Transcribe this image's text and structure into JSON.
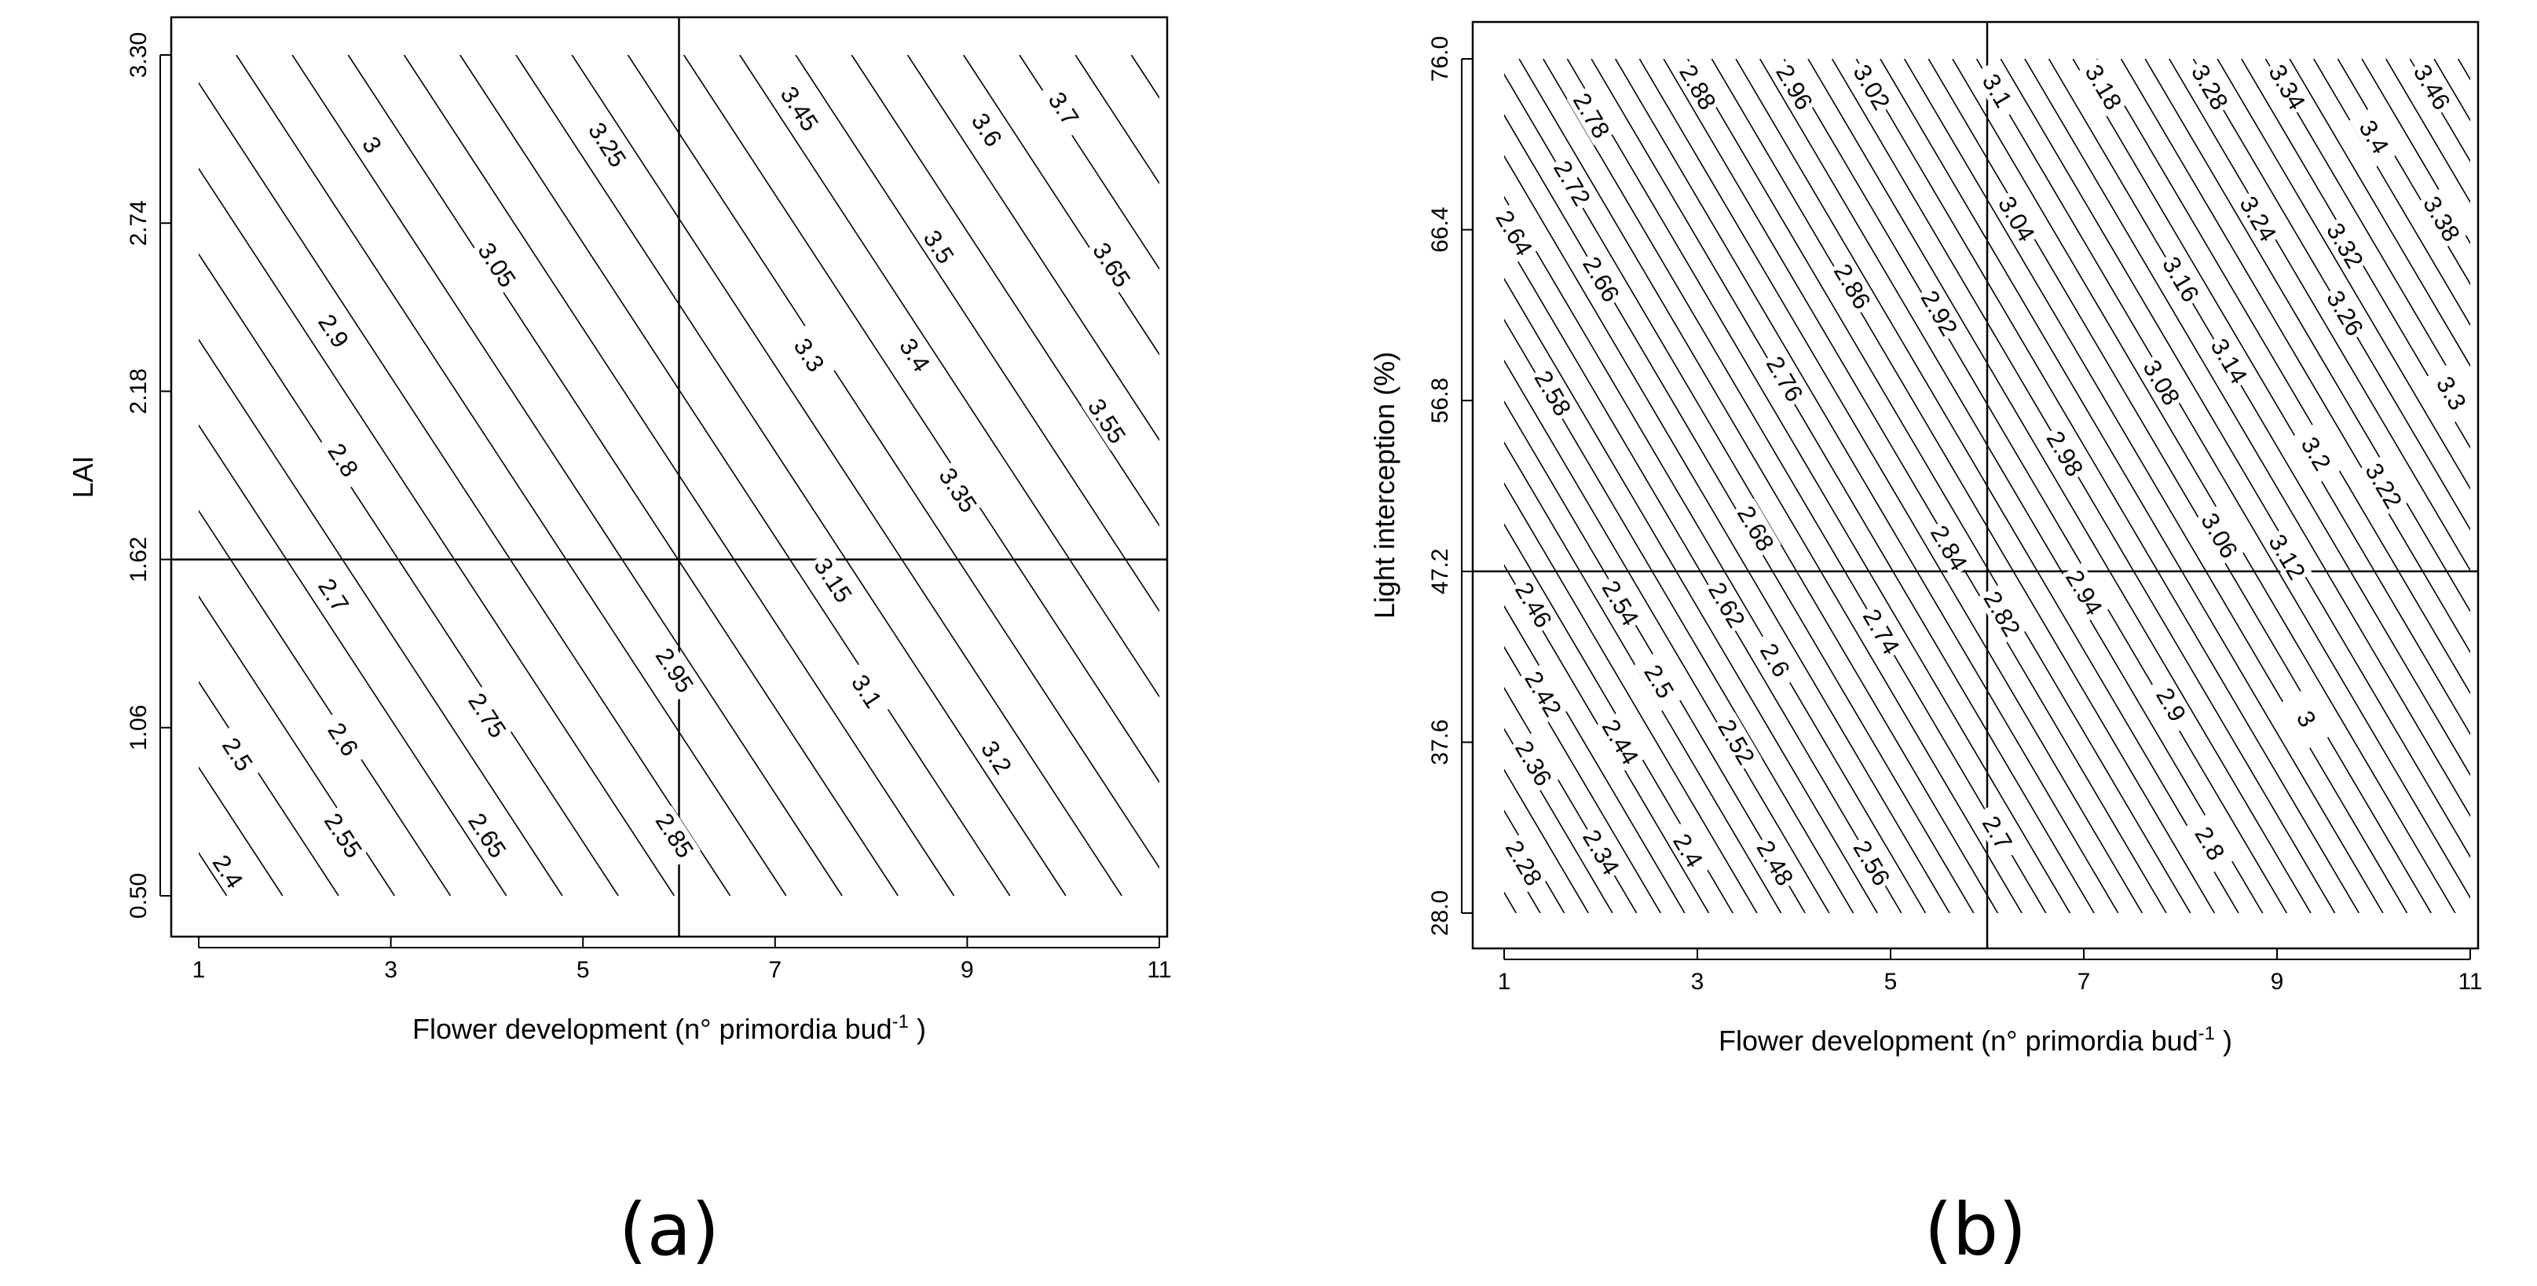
{
  "chart_data": [
    {
      "type": "contour",
      "caption": "(a)",
      "xlabel": "Flower development (n° primordia bud",
      "xlabel_sup": "-1",
      "xlabel_end": " )",
      "ylabel": "LAI",
      "x_ticks": [
        "1",
        "3",
        "5",
        "7",
        "9",
        "11"
      ],
      "y_ticks": [
        "0.50",
        "1.06",
        "1.62",
        "2.18",
        "2.74",
        "3.30"
      ],
      "xlim": [
        1,
        11
      ],
      "ylim": [
        0.5,
        3.3
      ],
      "ref_x": 6,
      "ref_y": 1.62,
      "levels": [
        2.4,
        2.45,
        2.5,
        2.55,
        2.6,
        2.65,
        2.7,
        2.75,
        2.8,
        2.85,
        2.9,
        2.95,
        3.0,
        3.05,
        3.1,
        3.15,
        3.2,
        3.25,
        3.3,
        3.35,
        3.4,
        3.45,
        3.5,
        3.55,
        3.6,
        3.65,
        3.7
      ],
      "contour_labels": [
        {
          "text": "2.4",
          "x": 1.3,
          "y": 0.58
        },
        {
          "text": "2.5",
          "x": 1.4,
          "y": 0.97
        },
        {
          "text": "2.55",
          "x": 2.5,
          "y": 0.7
        },
        {
          "text": "2.6",
          "x": 2.5,
          "y": 1.02
        },
        {
          "text": "2.65",
          "x": 4.0,
          "y": 0.7
        },
        {
          "text": "2.7",
          "x": 2.4,
          "y": 1.5
        },
        {
          "text": "2.75",
          "x": 4.0,
          "y": 1.1
        },
        {
          "text": "2.8",
          "x": 2.5,
          "y": 1.95
        },
        {
          "text": "2.85",
          "x": 5.95,
          "y": 0.7
        },
        {
          "text": "2.9",
          "x": 2.4,
          "y": 2.38
        },
        {
          "text": "2.95",
          "x": 5.95,
          "y": 1.25
        },
        {
          "text": "3",
          "x": 2.8,
          "y": 3.0
        },
        {
          "text": "3.05",
          "x": 4.1,
          "y": 2.6
        },
        {
          "text": "3.1",
          "x": 7.95,
          "y": 1.18
        },
        {
          "text": "3.15",
          "x": 7.6,
          "y": 1.55
        },
        {
          "text": "3.2",
          "x": 9.3,
          "y": 0.96
        },
        {
          "text": "3.25",
          "x": 5.25,
          "y": 3.0
        },
        {
          "text": "3.3",
          "x": 7.35,
          "y": 2.3
        },
        {
          "text": "3.35",
          "x": 8.9,
          "y": 1.85
        },
        {
          "text": "3.4",
          "x": 8.45,
          "y": 2.3
        },
        {
          "text": "3.45",
          "x": 7.25,
          "y": 3.12
        },
        {
          "text": "3.5",
          "x": 8.7,
          "y": 2.66
        },
        {
          "text": "3.55",
          "x": 10.45,
          "y": 2.08
        },
        {
          "text": "3.6",
          "x": 9.2,
          "y": 3.05
        },
        {
          "text": "3.65",
          "x": 10.5,
          "y": 2.6
        },
        {
          "text": "3.7",
          "x": 10.0,
          "y": 3.12
        }
      ]
    },
    {
      "type": "contour",
      "caption": "(b)",
      "xlabel": "Flower development (n° primordia bud",
      "xlabel_sup": "-1",
      "xlabel_end": " )",
      "ylabel": "Light interception (%)",
      "x_ticks": [
        "1",
        "3",
        "5",
        "7",
        "9",
        "11"
      ],
      "y_ticks": [
        "28.0",
        "37.6",
        "47.2",
        "56.8",
        "66.4",
        "76.0"
      ],
      "xlim": [
        1,
        11
      ],
      "ylim": [
        28,
        76
      ],
      "ref_x": 6,
      "ref_y": 47.2,
      "levels": [
        2.26,
        2.28,
        2.3,
        2.32,
        2.34,
        2.36,
        2.38,
        2.4,
        2.42,
        2.44,
        2.46,
        2.48,
        2.5,
        2.52,
        2.54,
        2.56,
        2.58,
        2.6,
        2.62,
        2.64,
        2.66,
        2.68,
        2.7,
        2.72,
        2.74,
        2.76,
        2.78,
        2.8,
        2.82,
        2.84,
        2.86,
        2.88,
        2.9,
        2.92,
        2.94,
        2.96,
        2.98,
        3.0,
        3.02,
        3.04,
        3.06,
        3.08,
        3.1,
        3.12,
        3.14,
        3.16,
        3.18,
        3.2,
        3.22,
        3.24,
        3.26,
        3.28,
        3.3,
        3.32,
        3.34,
        3.36,
        3.38,
        3.4,
        3.42,
        3.44,
        3.46
      ],
      "contour_labels": [
        {
          "text": "2.28",
          "x": 1.2,
          "y": 30.8
        },
        {
          "text": "2.34",
          "x": 2.0,
          "y": 31.4
        },
        {
          "text": "2.36",
          "x": 1.3,
          "y": 36.4
        },
        {
          "text": "2.4",
          "x": 2.9,
          "y": 31.5
        },
        {
          "text": "2.42",
          "x": 1.4,
          "y": 40.3
        },
        {
          "text": "2.44",
          "x": 2.2,
          "y": 37.6
        },
        {
          "text": "2.46",
          "x": 1.3,
          "y": 45.3
        },
        {
          "text": "2.48",
          "x": 3.8,
          "y": 30.8
        },
        {
          "text": "2.5",
          "x": 2.6,
          "y": 41.0
        },
        {
          "text": "2.52",
          "x": 3.4,
          "y": 37.6
        },
        {
          "text": "2.54",
          "x": 2.2,
          "y": 45.4
        },
        {
          "text": "2.56",
          "x": 4.8,
          "y": 30.8
        },
        {
          "text": "2.58",
          "x": 1.5,
          "y": 57.2
        },
        {
          "text": "2.6",
          "x": 3.8,
          "y": 42.2
        },
        {
          "text": "2.62",
          "x": 3.3,
          "y": 45.3
        },
        {
          "text": "2.64",
          "x": 1.1,
          "y": 66.2
        },
        {
          "text": "2.66",
          "x": 2.0,
          "y": 63.6
        },
        {
          "text": "2.68",
          "x": 3.6,
          "y": 49.6
        },
        {
          "text": "2.7",
          "x": 6.1,
          "y": 32.5
        },
        {
          "text": "2.72",
          "x": 1.7,
          "y": 69.0
        },
        {
          "text": "2.74",
          "x": 4.9,
          "y": 43.8
        },
        {
          "text": "2.76",
          "x": 3.9,
          "y": 58.0
        },
        {
          "text": "2.78",
          "x": 1.9,
          "y": 72.8
        },
        {
          "text": "2.8",
          "x": 8.3,
          "y": 31.9
        },
        {
          "text": "2.82",
          "x": 6.15,
          "y": 44.8
        },
        {
          "text": "2.84",
          "x": 5.6,
          "y": 48.5
        },
        {
          "text": "2.86",
          "x": 4.6,
          "y": 63.2
        },
        {
          "text": "2.88",
          "x": 3.0,
          "y": 74.4
        },
        {
          "text": "2.9",
          "x": 7.9,
          "y": 39.7
        },
        {
          "text": "2.92",
          "x": 5.5,
          "y": 61.7
        },
        {
          "text": "2.94",
          "x": 7.0,
          "y": 46.0
        },
        {
          "text": "2.96",
          "x": 4.0,
          "y": 74.4
        },
        {
          "text": "2.98",
          "x": 6.8,
          "y": 53.8
        },
        {
          "text": "3",
          "x": 9.3,
          "y": 38.9
        },
        {
          "text": "3.02",
          "x": 4.8,
          "y": 74.4
        },
        {
          "text": "3.04",
          "x": 6.3,
          "y": 67.0
        },
        {
          "text": "3.06",
          "x": 8.4,
          "y": 49.2
        },
        {
          "text": "3.08",
          "x": 7.8,
          "y": 57.8
        },
        {
          "text": "3.1",
          "x": 6.1,
          "y": 74.2
        },
        {
          "text": "3.12",
          "x": 9.1,
          "y": 48.0
        },
        {
          "text": "3.14",
          "x": 8.5,
          "y": 59.0
        },
        {
          "text": "3.16",
          "x": 8.0,
          "y": 63.6
        },
        {
          "text": "3.18",
          "x": 7.2,
          "y": 74.4
        },
        {
          "text": "3.2",
          "x": 9.4,
          "y": 53.8
        },
        {
          "text": "3.22",
          "x": 10.1,
          "y": 52.0
        },
        {
          "text": "3.24",
          "x": 8.8,
          "y": 67.0
        },
        {
          "text": "3.26",
          "x": 9.7,
          "y": 61.7
        },
        {
          "text": "3.28",
          "x": 8.3,
          "y": 74.4
        },
        {
          "text": "3.3",
          "x": 10.8,
          "y": 57.2
        },
        {
          "text": "3.32",
          "x": 9.7,
          "y": 65.5
        },
        {
          "text": "3.34",
          "x": 9.1,
          "y": 74.4
        },
        {
          "text": "3.38",
          "x": 10.7,
          "y": 67.0
        },
        {
          "text": "3.4",
          "x": 10.0,
          "y": 71.6
        },
        {
          "text": "3.46",
          "x": 10.6,
          "y": 74.4
        }
      ]
    }
  ]
}
